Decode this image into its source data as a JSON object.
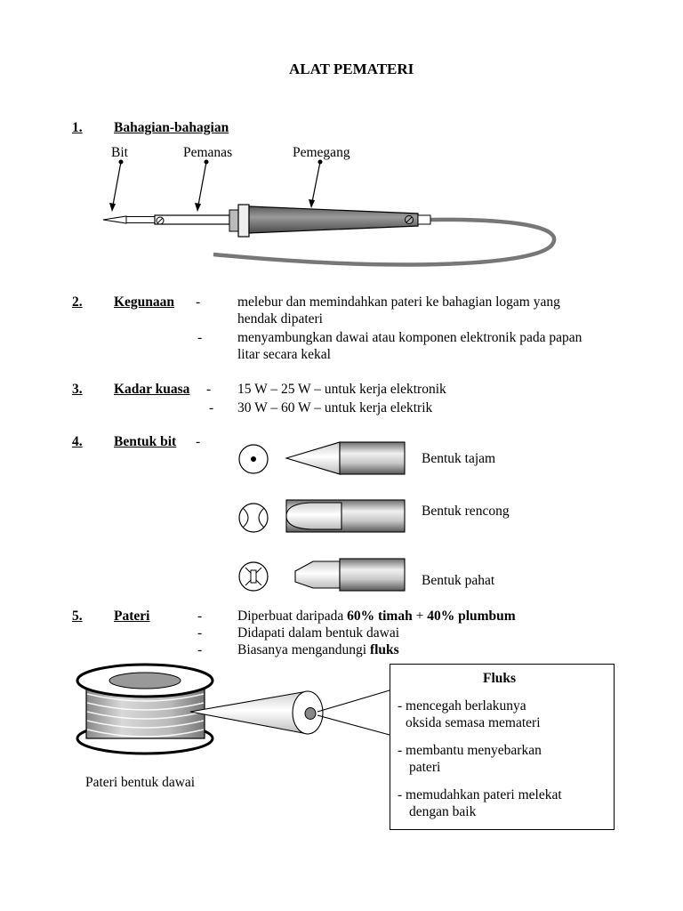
{
  "title": "ALAT PEMATERI",
  "s1": {
    "num": "1.",
    "heading": "Bahagian-bahagian",
    "labels": {
      "bit": "Bit",
      "pemanas": "Pemanas",
      "pemegang": "Pemegang"
    }
  },
  "s2": {
    "num": "2.",
    "heading": "Kegunaan",
    "dash": "-",
    "items": [
      {
        "line1": "melebur dan memindahkan pateri ke bahagian logam yang",
        "line2": "hendak dipateri"
      },
      {
        "line1": "menyambungkan dawai atau komponen elektronik pada papan",
        "line2": "litar secara kekal"
      }
    ]
  },
  "s3": {
    "num": "3.",
    "heading": "Kadar kuasa",
    "dash": "-",
    "items": [
      "15 W – 25 W – untuk kerja elektronik",
      "30 W – 60 W – untuk kerja elektrik"
    ]
  },
  "s4": {
    "num": "4.",
    "heading": "Bentuk bit",
    "dash": "-",
    "shapes": [
      "Bentuk tajam",
      "Bentuk rencong",
      "Bentuk pahat"
    ]
  },
  "s5": {
    "num": "5.",
    "heading": "Pateri",
    "dash": "-",
    "line1_pre": "Diperbuat daripada ",
    "line1_b1": "60% timah",
    "line1_mid": " + ",
    "line1_b2": "40% plumbum",
    "line2": "Didapati dalam bentuk dawai",
    "line3_pre": "Biasanya mengandungi ",
    "line3_b": "fluks",
    "spool_caption": "Pateri bentuk dawai"
  },
  "fluks": {
    "title": "Fluks",
    "items": [
      {
        "line1": "- mencegah berlakunya",
        "line2": "oksida semasa memateri"
      },
      {
        "line1": "- membantu menyebarkan",
        "line2": "pateri"
      },
      {
        "line1": "- memudahkan pateri melekat",
        "line2": "dengan baik"
      }
    ]
  }
}
